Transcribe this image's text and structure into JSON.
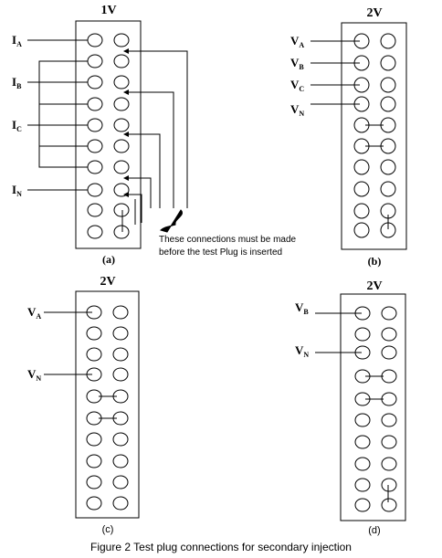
{
  "panels": {
    "a": {
      "title": "1V",
      "caption": "(a)",
      "labels": [
        {
          "main": "I",
          "sub": "A"
        },
        {
          "main": "I",
          "sub": "B"
        },
        {
          "main": "I",
          "sub": "C"
        },
        {
          "main": "I",
          "sub": "N"
        }
      ],
      "note_line1": "These connections must be made",
      "note_line2": "before the test Plug is inserted"
    },
    "b": {
      "title": "2V",
      "caption": "(b)",
      "labels": [
        {
          "main": "V",
          "sub": "A"
        },
        {
          "main": "V",
          "sub": "B"
        },
        {
          "main": "V",
          "sub": "C"
        },
        {
          "main": "V",
          "sub": "N"
        }
      ]
    },
    "c": {
      "title": "2V",
      "caption": "(c)",
      "labels": [
        {
          "main": "V",
          "sub": "A"
        },
        {
          "main": "V",
          "sub": "N"
        }
      ]
    },
    "d": {
      "title": "2V",
      "caption": "(d)",
      "labels": [
        {
          "main": "V",
          "sub": "B"
        },
        {
          "main": "V",
          "sub": "N"
        }
      ]
    }
  },
  "figure_caption": "Figure 2  Test plug connections for secondary injection"
}
